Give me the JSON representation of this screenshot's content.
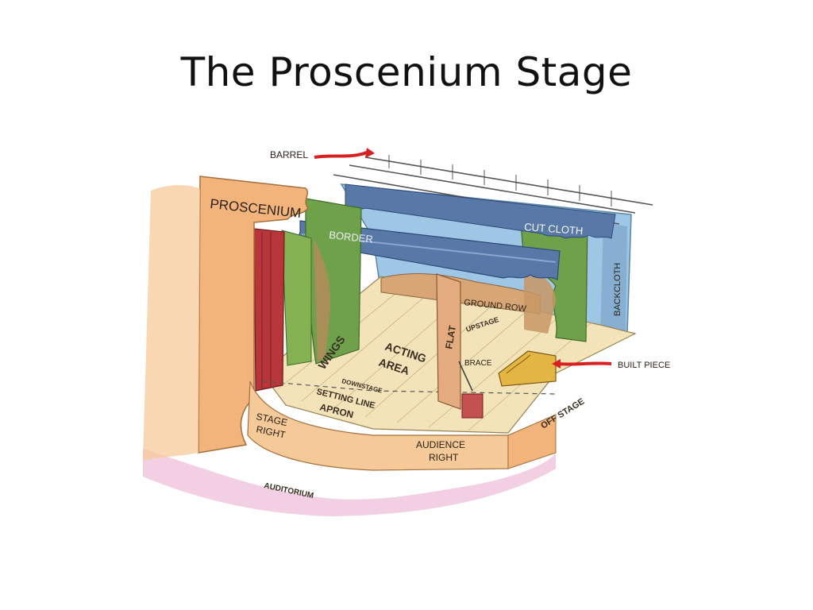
{
  "slide": {
    "title": "The Proscenium Stage"
  },
  "labels": {
    "barrel": "BARREL",
    "proscenium": "PROSCENIUM",
    "border": "BORDER",
    "cut_cloth": "CUT CLOTH",
    "backcloth": "BACKCLOTH",
    "ground_row": "GROUND ROW",
    "upstage": "UPSTAGE",
    "flat": "FLAT",
    "wings": "WINGS",
    "acting": "ACTING",
    "area": "AREA",
    "brace": "BRACE",
    "built_piece": "BUILT PIECE",
    "downstage": "DOWNSTAGE",
    "setting_line": "SETTING LINE",
    "apron": "APRON",
    "stage": "STAGE",
    "right": "RIGHT",
    "off_stage": "OFF STAGE",
    "audience": "AUDIENCE",
    "audience_right": "RIGHT",
    "auditorium": "AUDITORIUM"
  },
  "colors": {
    "proscenium": "#f2b47a",
    "floor": "#f3e3b8",
    "sky": "#9ec7e6",
    "foliage": "#6fa04a",
    "curtain": "#b8363a",
    "arrow": "#d92020",
    "border_cloth": "#5878a8"
  }
}
